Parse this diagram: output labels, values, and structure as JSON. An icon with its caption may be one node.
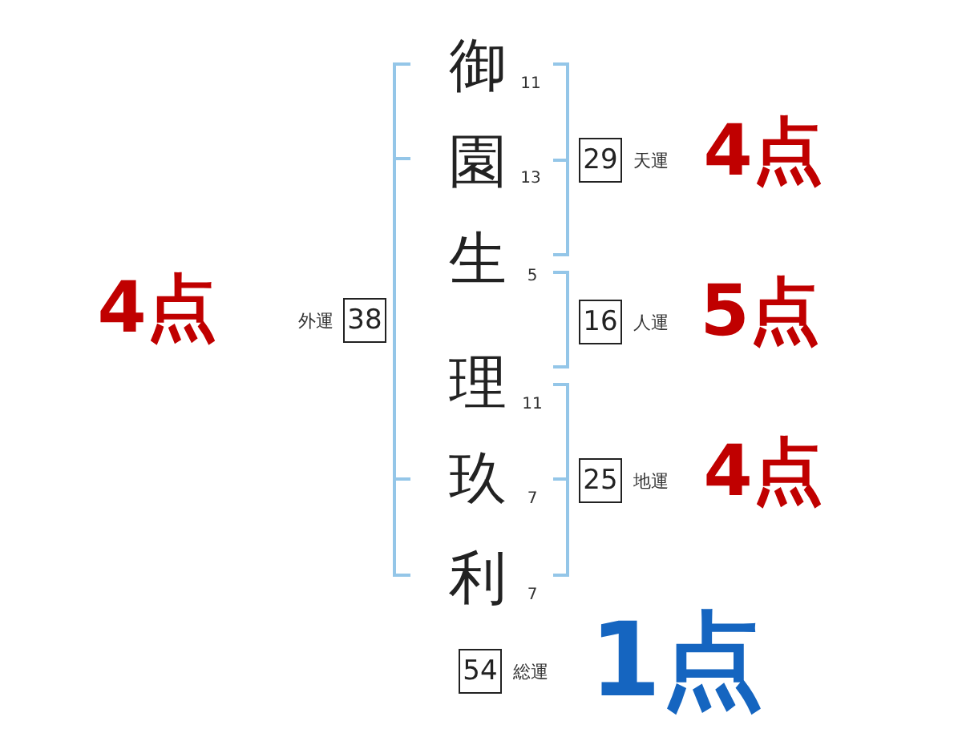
{
  "diagram": {
    "nodes": [
      {
        "text": [
          "29"
        ],
        "beside": [
          "天運"
        ]
      },
      {
        "text": [
          "38"
        ],
        "beside": [
          "外運"
        ]
      },
      {
        "text": [
          "16"
        ],
        "beside": [
          "人運"
        ]
      },
      {
        "text": [
          "25"
        ],
        "beside": [
          "地運"
        ]
      },
      {
        "text": [
          "54"
        ],
        "beside": [
          "総運"
        ]
      }
    ],
    "labels": [
      "御",
      "11",
      "園",
      "13",
      "生",
      "5",
      "理",
      "11",
      "玖",
      "7",
      "利",
      "7",
      "4点",
      "4点",
      "5点",
      "4点",
      "1点"
    ]
  }
}
